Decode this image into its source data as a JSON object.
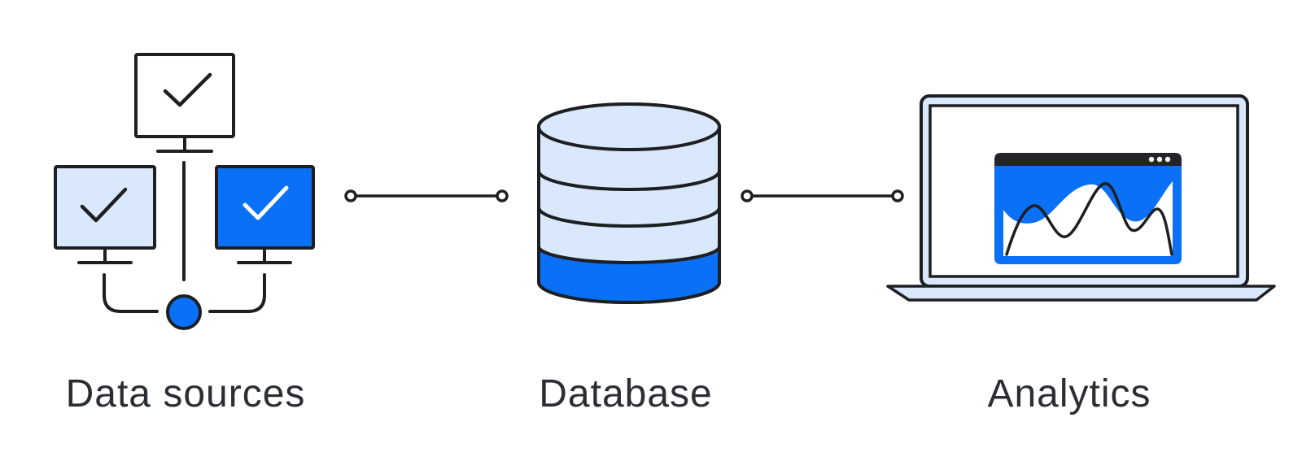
{
  "diagram": {
    "nodes": [
      {
        "id": "data-sources",
        "label": "Data sources",
        "icon": "monitors-checkmarks-icon"
      },
      {
        "id": "database",
        "label": "Database",
        "icon": "database-cylinder-icon"
      },
      {
        "id": "analytics",
        "label": "Analytics",
        "icon": "laptop-chart-icon"
      }
    ],
    "connectors": [
      {
        "from": "data-sources",
        "to": "database",
        "style": "line-with-circle-endpoints"
      },
      {
        "from": "database",
        "to": "analytics",
        "style": "line-with-circle-endpoints"
      }
    ]
  },
  "icons": {
    "data_sources": [
      "monitor-checked-white-icon",
      "monitor-checked-lightblue-icon",
      "monitor-checked-blue-icon",
      "hub-dot-icon"
    ],
    "database": [
      "database-cylinder-icon"
    ],
    "analytics": [
      "laptop-icon",
      "browser-window-icon",
      "wave-area-chart-icon",
      "wave-line-chart-icon",
      "window-dots-icon"
    ]
  },
  "colors": {
    "accent-blue": "#0A70F5",
    "light-blue": "#D9E8FB",
    "stroke-dark": "#1E1F22",
    "titlebar-dark": "#23252B",
    "label-text": "#2B2E33",
    "background": "#FFFFFF"
  }
}
